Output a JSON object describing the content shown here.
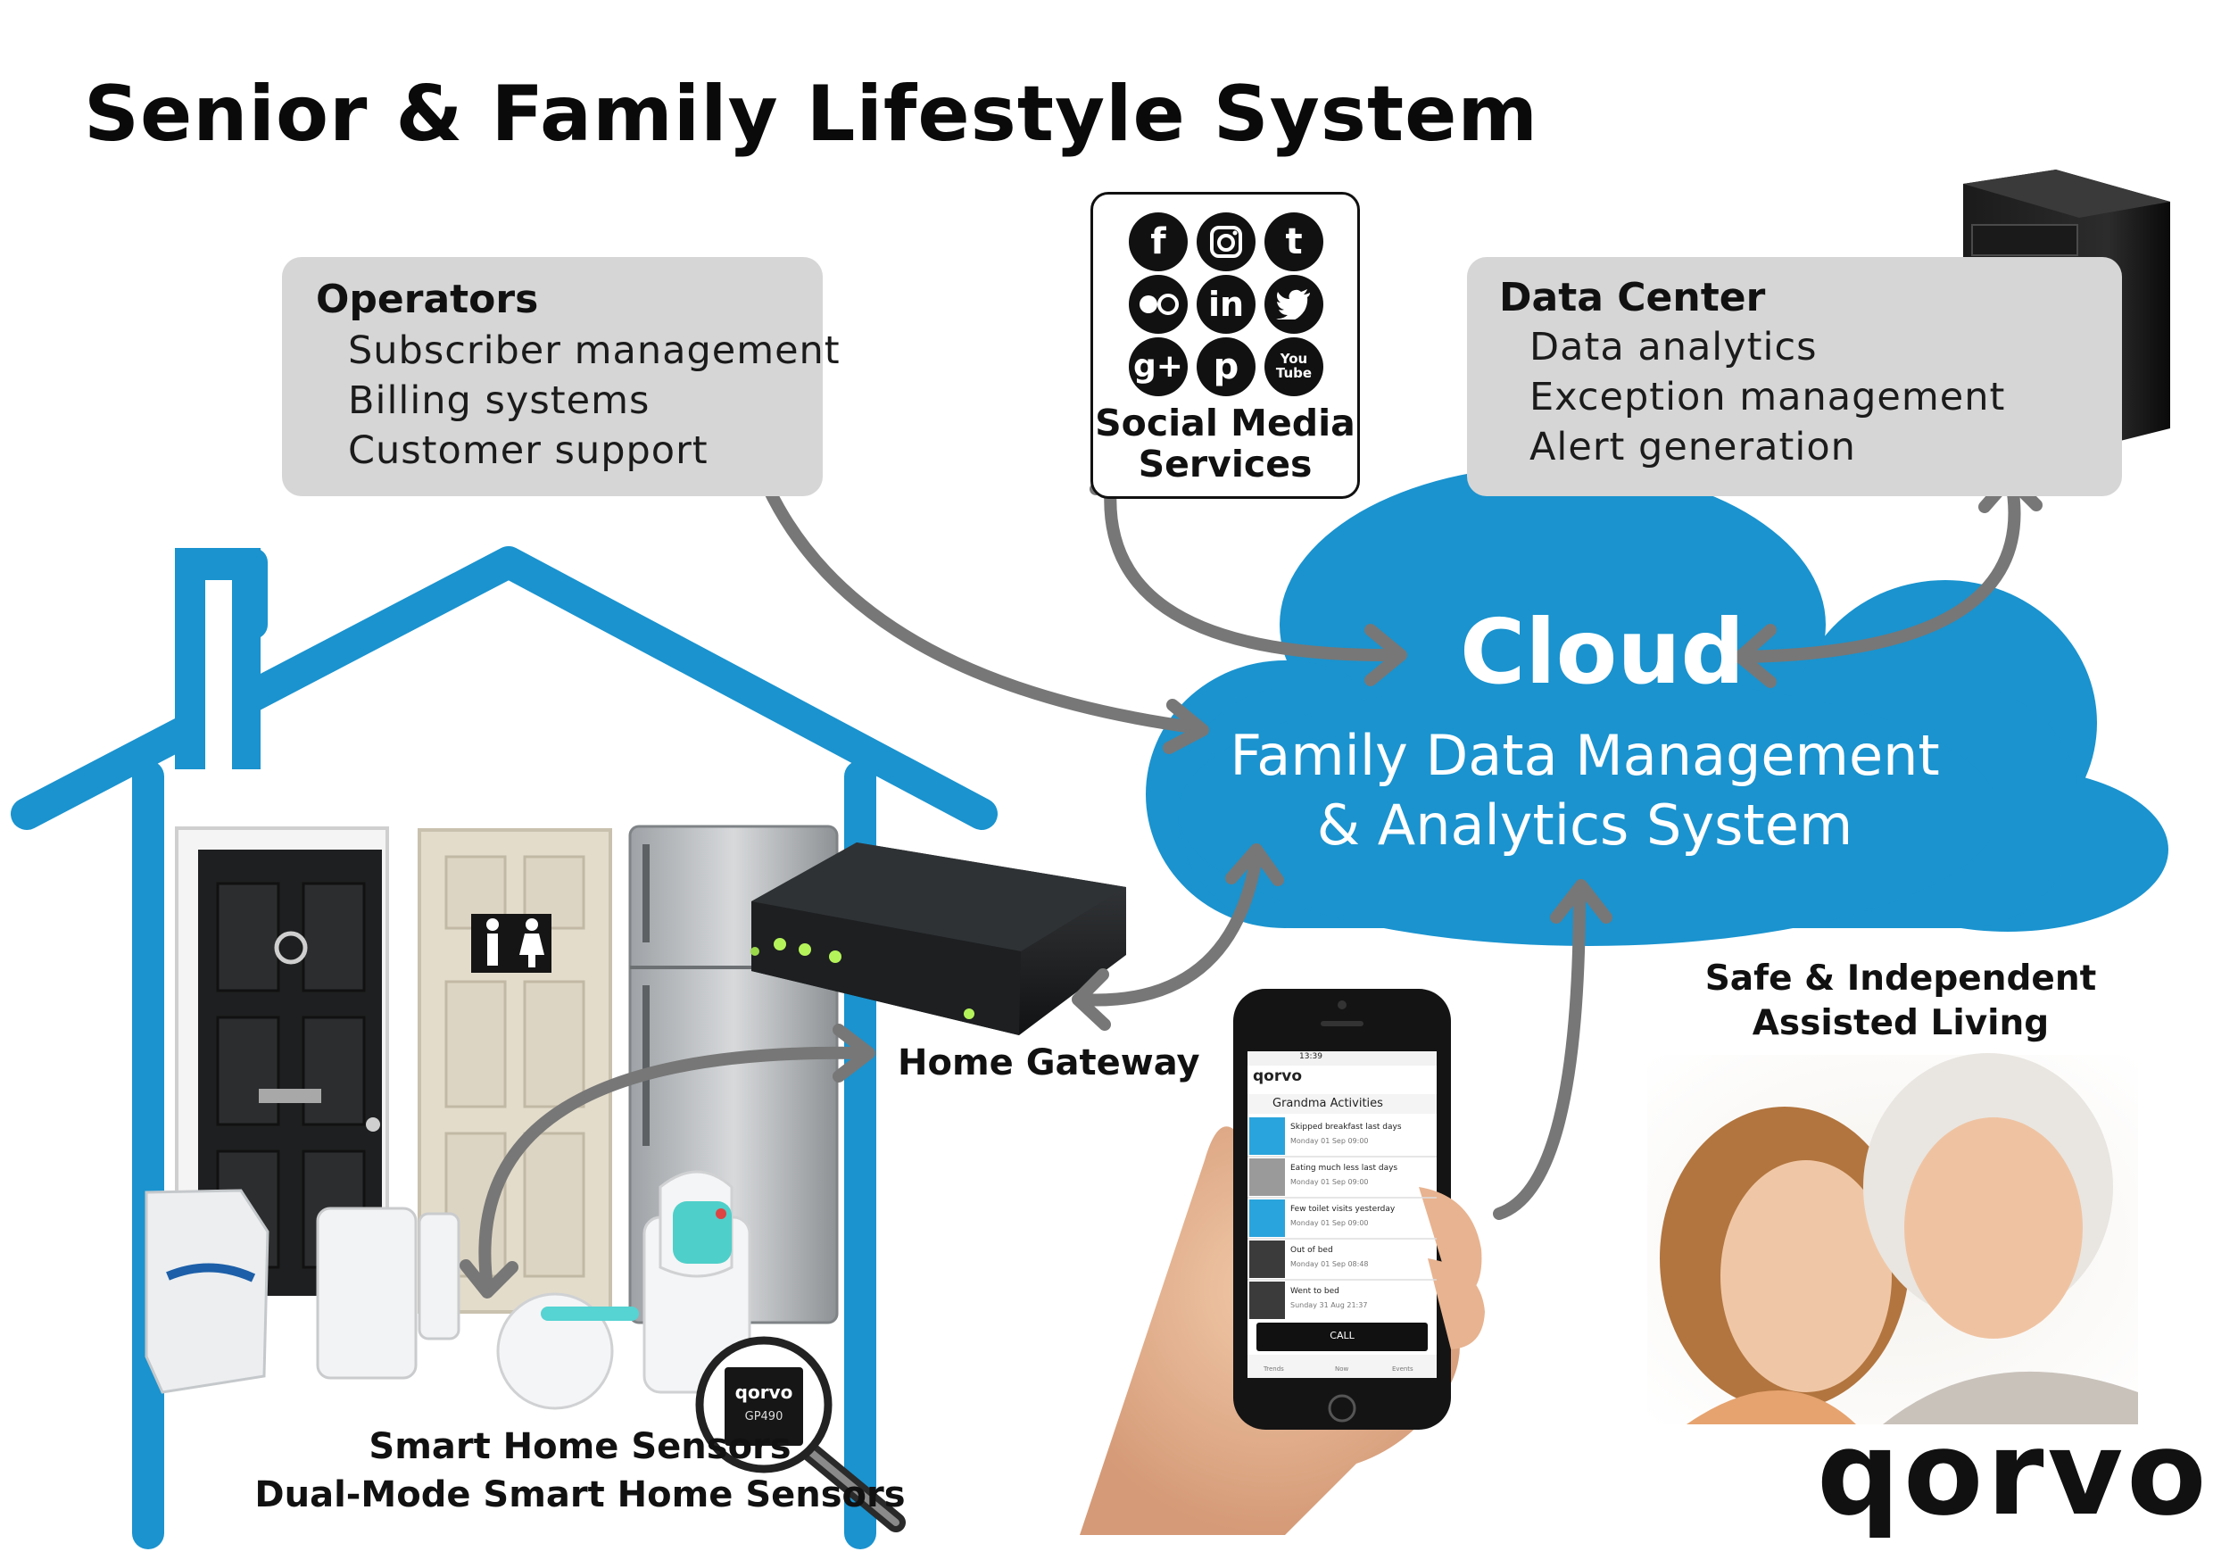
{
  "title": "Senior & Family Lifestyle System",
  "operators": {
    "heading": "Operators",
    "items": [
      "Subscriber management",
      "Billing systems",
      "Customer support"
    ]
  },
  "social": {
    "icons": [
      "f",
      "ig",
      "t",
      "flickr",
      "in",
      "twitter",
      "g+",
      "p",
      "You Tube"
    ],
    "label_line_1": "Social Media",
    "label_line_2": "Services"
  },
  "data_center": {
    "heading": "Data Center",
    "items": [
      "Data analytics",
      "Exception management",
      "Alert generation"
    ]
  },
  "cloud": {
    "title": "Cloud",
    "line_1": "Family Data Management",
    "line_2": "& Analytics System",
    "color": "#1a93cf"
  },
  "house_color": "#1a93cf",
  "gateway_label": "Home Gateway",
  "safe_living": {
    "line_1": "Safe & Independent",
    "line_2": "Assisted Living"
  },
  "sensors": {
    "line_1": "Smart Home Sensors",
    "line_2": "Dual-Mode Smart Home Sensors",
    "chip_brand": "qorvo",
    "chip_model": "GP490"
  },
  "phone_app": {
    "brand": "qorvo",
    "status_time": "13:39",
    "header": "Grandma Activities",
    "rows": [
      {
        "title": "Skipped breakfast last days",
        "date": "Monday 01 Sep 09:00",
        "icon": "fork-knife-icon",
        "color": "#2aa4dc"
      },
      {
        "title": "Eating much less last days",
        "date": "Monday 01 Sep 09:00",
        "icon": "fork-knife-icon",
        "color": "#9a9a9a"
      },
      {
        "title": "Few toilet visits yesterday",
        "date": "Monday 01 Sep 09:00",
        "icon": "toilet-icon",
        "color": "#2aa4dc"
      },
      {
        "title": "Out of bed",
        "date": "Monday 01 Sep 08:48",
        "icon": "bed-icon",
        "color": "#3b3b3b"
      },
      {
        "title": "Went to bed",
        "date": "Sunday 31 Aug 21:37",
        "icon": "bed-icon",
        "color": "#3b3b3b"
      }
    ],
    "call_label": "CALL",
    "tabs": [
      "Trends",
      "Now",
      "Events"
    ]
  },
  "brand_logo": "qorvo"
}
